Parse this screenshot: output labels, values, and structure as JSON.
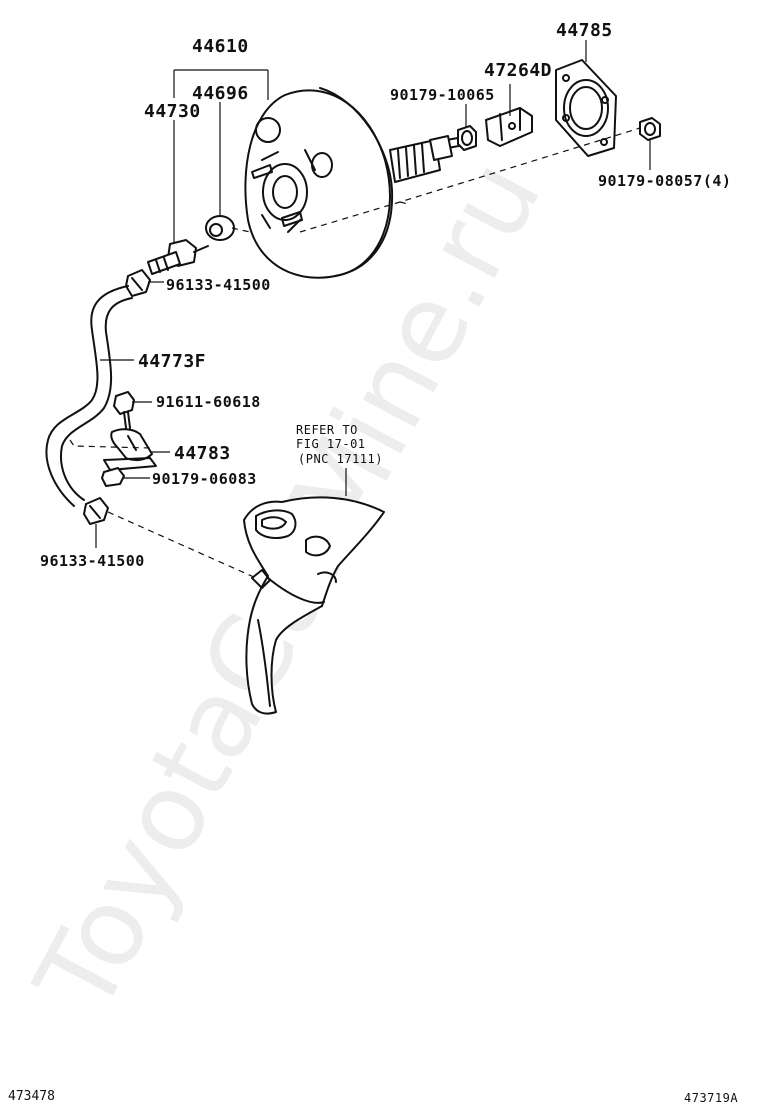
{
  "diagram": {
    "watermark": "ToyotaCarMine.ru",
    "part_labels": {
      "p44610": "44610",
      "p44696": "44696",
      "p44730": "44730",
      "p44785": "44785",
      "p47264d": "47264D",
      "p90179_10065": "90179-10065",
      "p90179_08057": "90179-08057(4)",
      "p96133_41500_top": "96133-41500",
      "p44773f": "44773F",
      "p91611_60618": "91611-60618",
      "p44783": "44783",
      "p90179_06083": "90179-06083",
      "p96133_41500_bottom": "96133-41500"
    },
    "reference_note": {
      "line1": "REFER TO",
      "line2": "FIG 17-01",
      "line3": "(PNC 17111)"
    },
    "footer": {
      "left_code": "473478",
      "right_code": "473719A"
    }
  }
}
